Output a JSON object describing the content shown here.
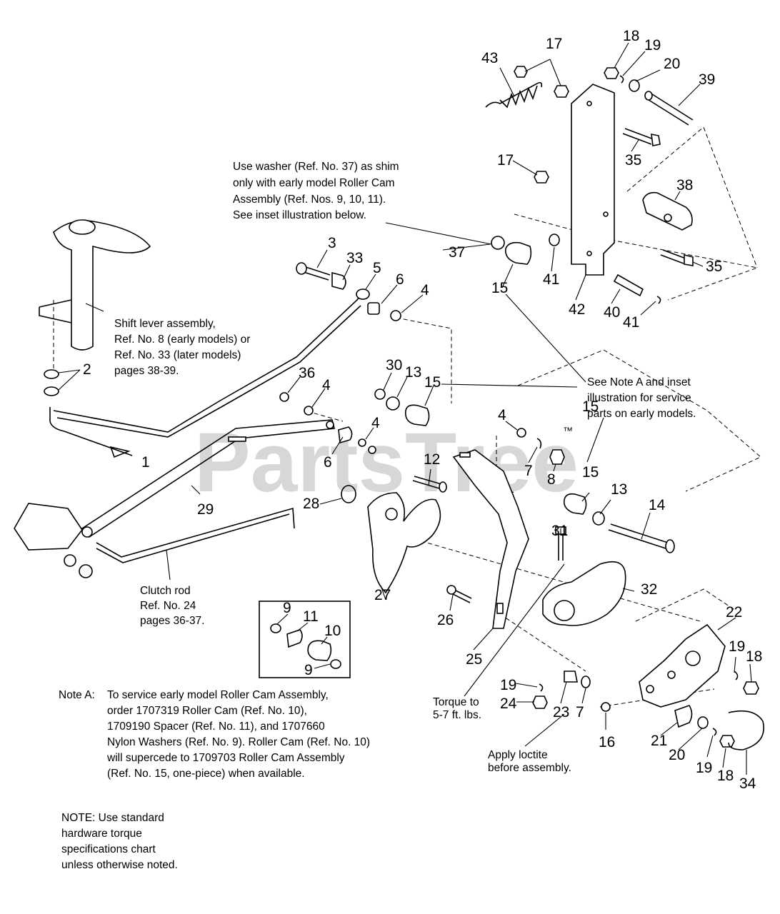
{
  "watermark": "PartsTree",
  "trademark": "™",
  "notes": {
    "washer_note": [
      "Use washer (Ref. No. 37) as shim",
      "only with early model Roller Cam",
      "Assembly (Ref. Nos. 9, 10, 11).",
      "See inset illustration below."
    ],
    "shift_lever": [
      "Shift lever assembly,",
      "Ref. No. 8 (early models) or",
      "Ref. No. 33 (later models)",
      "pages 38-39."
    ],
    "note_a_ref": [
      "See Note A and inset",
      "illustration for service",
      "parts on early models."
    ],
    "clutch_rod": [
      "Clutch rod",
      "Ref. No. 24",
      "pages 36-37."
    ],
    "torque": [
      "Torque to",
      "5-7 ft. lbs."
    ],
    "loctite": [
      "Apply loctite",
      "before assembly."
    ],
    "note_a_label": "Note A:",
    "note_a": [
      "To service early model Roller Cam Assembly,",
      "order 1707319 Roller Cam (Ref. No. 10),",
      "1709190 Spacer (Ref. No. 11), and 1707660",
      "Nylon Washers (Ref. No. 9).  Roller Cam (Ref. No. 10)",
      "will supercede to 1709703 Roller Cam Assembly",
      "(Ref. No. 15, one-piece) when available."
    ],
    "note_std": [
      "NOTE:  Use standard",
      "hardware torque",
      "specifications chart",
      "unless otherwise noted."
    ]
  },
  "refs": {
    "r1": "1",
    "r2": "2",
    "r3": "3",
    "r4a": "4",
    "r4b": "4",
    "r4c": "4",
    "r4d": "4",
    "r5": "5",
    "r6a": "6",
    "r6b": "6",
    "r7a": "7",
    "r7b": "7",
    "r8": "8",
    "r9a": "9",
    "r9b": "9",
    "r10": "10",
    "r11": "11",
    "r12": "12",
    "r13a": "13",
    "r13b": "13",
    "r14": "14",
    "r15a": "15",
    "r15b": "15",
    "r15c": "15",
    "r16": "16",
    "r17a": "17",
    "r17b": "17",
    "r18a": "18",
    "r18b": "18",
    "r18c": "18",
    "r19a": "19",
    "r19b": "19",
    "r19c": "19",
    "r19d": "19",
    "r20a": "20",
    "r20b": "20",
    "r21": "21",
    "r22": "22",
    "r23": "23",
    "r24": "24",
    "r25": "25",
    "r26": "26",
    "r27": "27",
    "r28": "28",
    "r29": "29",
    "r30": "30",
    "r31": "31",
    "r32": "32",
    "r33": "33",
    "r34": "34",
    "r35a": "35",
    "r35b": "35",
    "r36": "36",
    "r37": "37",
    "r38": "38",
    "r39": "39",
    "r40": "40",
    "r41a": "41",
    "r41b": "41",
    "r42": "42",
    "r43": "43"
  }
}
